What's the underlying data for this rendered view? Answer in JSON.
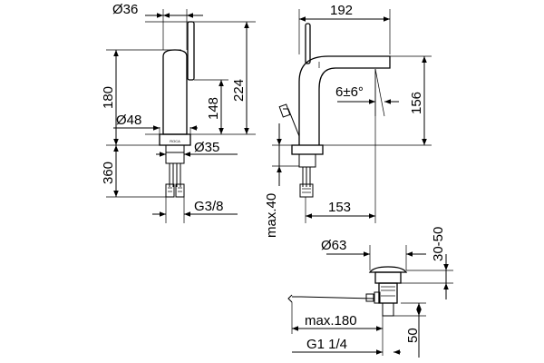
{
  "drawing": {
    "front_view": {
      "top_diameter": "Ø36",
      "overall_height": "224",
      "body_height": "180",
      "spout_height": "148",
      "base_diameter": "Ø48",
      "mount_diameter": "Ø35",
      "hose_length": "360",
      "connection": "G3/8",
      "logo_text": "ROCA"
    },
    "side_view": {
      "overall_depth": "192",
      "spout_reach": "153",
      "outlet_height": "156",
      "spout_angle": "6±6°",
      "max_deck": "max.40"
    },
    "waste_view": {
      "plug_diameter": "Ø63",
      "plug_travel": "30-50",
      "rod_length": "max.180",
      "thread": "G1 1/4",
      "height": "50"
    }
  }
}
